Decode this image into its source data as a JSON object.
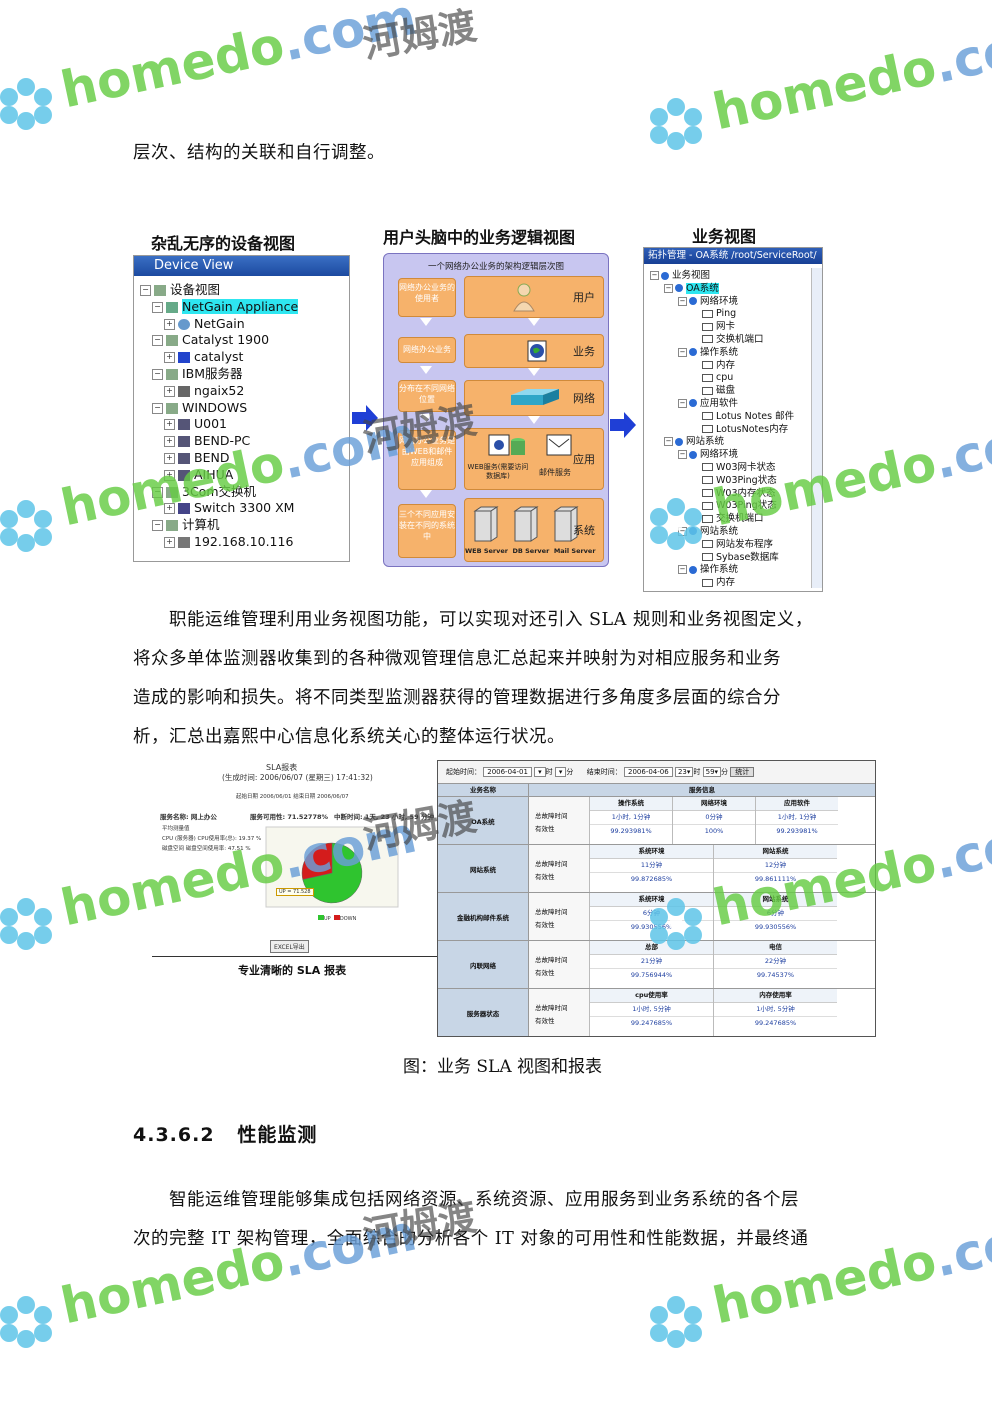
{
  "para_top": "层次、结构的关联和自行调整。",
  "fig1": {
    "label_left": "杂乱无序的设备视图",
    "label_mid": "用户头脑中的业务逻辑视图",
    "label_right": "业务视图",
    "device_view": {
      "title": "Device View",
      "items": [
        "设备视图",
        "NetGain Appliance",
        "NetGain",
        "Catalyst 1900",
        "catalyst",
        "IBM服务器",
        "ngaix52",
        "WINDOWS",
        "U001",
        "BEND-PC",
        "BEND",
        "AIHUA",
        "3Com交换机",
        "Switch 3300 XM",
        "计算机",
        "192.168.10.116"
      ]
    },
    "logic_view": {
      "header": "一个网络办公业务的架构逻辑层次图",
      "left_boxes": [
        "网络办公业务的使用者",
        "网络办公业务",
        "分布在不同网络位置",
        "网络办公业务是由WEB和邮件应用组成",
        "三个不同应用安装在不同的系统中"
      ],
      "rows": [
        "用户",
        "业务",
        "网络",
        "应用",
        "系统"
      ],
      "app_items": [
        "WEB服务(需要访问数据库)",
        "邮件服务"
      ],
      "servers": [
        "WEB Server",
        "DB Server",
        "Mail Server"
      ]
    },
    "business_view": {
      "title": "拓扑管理 - OA系统 /root/ServiceRoot/",
      "items": [
        "业务视图",
        "OA系统",
        "网络环境",
        "Ping",
        "网卡",
        "交换机端口",
        "操作系统",
        "内存",
        "cpu",
        "磁盘",
        "应用软件",
        "Lotus Notes 邮件",
        "LotusNotes内存",
        "网站系统",
        "网络环境",
        "W03网卡状态",
        "W03Ping状态",
        "W03内存状态",
        "W03Ping状态",
        "交换机端口",
        "网站系统",
        "网站发布程序",
        "Sybase数据库",
        "操作系统",
        "内存"
      ]
    }
  },
  "para2": [
    "职能运维管理利用业务视图功能，可以实现对还引入 SLA  规则和业务视图定义，",
    "将众多单体监测器收集到的各种微观管理信息汇总起来并映射为对相应服务和业务",
    "造成的影响和损失。将不同类型监测器获得的管理数据进行多角度多层面的综合分",
    "析，汇总出嘉熙中心信息化系统关心的整体运行状况。"
  ],
  "sla": {
    "title": "SLA报表",
    "generated": "(生成时间: 2006/06/07 (星期三) 17:41:32)",
    "period": "起始日期 2006/06/01    结束日期 2006/06/07",
    "service": "服务名称: 网上办公",
    "availability": "服务可用性: 71.52778%",
    "interrupt": "中断时间: 1天, 23 小时, 59 分钟",
    "metrics": [
      "平均测量值",
      "CPU (服务器) CPU使用率(总): 19.37 %",
      "磁盘空间 磁盘空间使用率:   47.51 %"
    ],
    "pie_label": "UP = 71.528",
    "legend": [
      "UP",
      "DOWN"
    ],
    "excel_btn": "EXCEL导出",
    "caption": "专业清晰的 SLA 报表",
    "pie": [
      {
        "name": "UP",
        "value": 71.528
      },
      {
        "name": "DOWN",
        "value": 28.472
      }
    ],
    "colors": {
      "up": "#2fc42f",
      "down": "#d41c1c"
    }
  },
  "table": {
    "start_label": "起始时间：",
    "start_val": "2006-04-01",
    "end_label": "结束时间：",
    "end_val": "2006-04-06",
    "hour": "23",
    "minute": "59",
    "unit_h": "时",
    "unit_m": "分",
    "stat_btn": "统计",
    "col_name": "业务名称",
    "col_info": "服务信息",
    "rows": [
      {
        "name": "OA系统",
        "cols": [
          "操作系统",
          "网络环境",
          "应用软件"
        ],
        "down": [
          "1小时, 1分钟",
          "0分钟",
          "1小时, 1分钟"
        ],
        "avail": [
          "99.293981%",
          "100%",
          "99.293981%"
        ]
      },
      {
        "name": "网站系统",
        "cols": [
          "系统环境",
          "网站系统"
        ],
        "down": [
          "11分钟",
          "12分钟"
        ],
        "avail": [
          "99.872685%",
          "99.861111%"
        ]
      },
      {
        "name": "金融机构邮件系统",
        "cols": [
          "系统环境",
          "网站系统"
        ],
        "down": [
          "6分钟",
          "6分钟"
        ],
        "avail": [
          "99.930556%",
          "99.930556%"
        ]
      },
      {
        "name": "内联网络",
        "cols": [
          "总部",
          "电信"
        ],
        "down": [
          "21分钟",
          "22分钟"
        ],
        "avail": [
          "99.756944%",
          "99.74537%"
        ]
      },
      {
        "name": "服务器状态",
        "cols": [
          "cpu使用率",
          "内存使用率"
        ],
        "down": [
          "1小时, 5分钟",
          "1小时, 5分钟"
        ],
        "avail": [
          "99.247685%",
          "99.247685%"
        ]
      }
    ],
    "down_label": "总故障时间",
    "avail_label": "有效性"
  },
  "fig_caption": "图：业务 SLA 视图和报表",
  "section_title": "4.3.6.2   性能监测",
  "para3": [
    "智能运维管理能够集成包括网络资源、系统资源、应用服务到业务系统的各个层",
    "次的完整 IT 架构管理，全面综合的分析各个 IT 对象的可用性和性能数据，并最终通"
  ],
  "watermark": {
    "en": "homedo",
    "dot": ".com",
    "cn": "河姆渡"
  }
}
